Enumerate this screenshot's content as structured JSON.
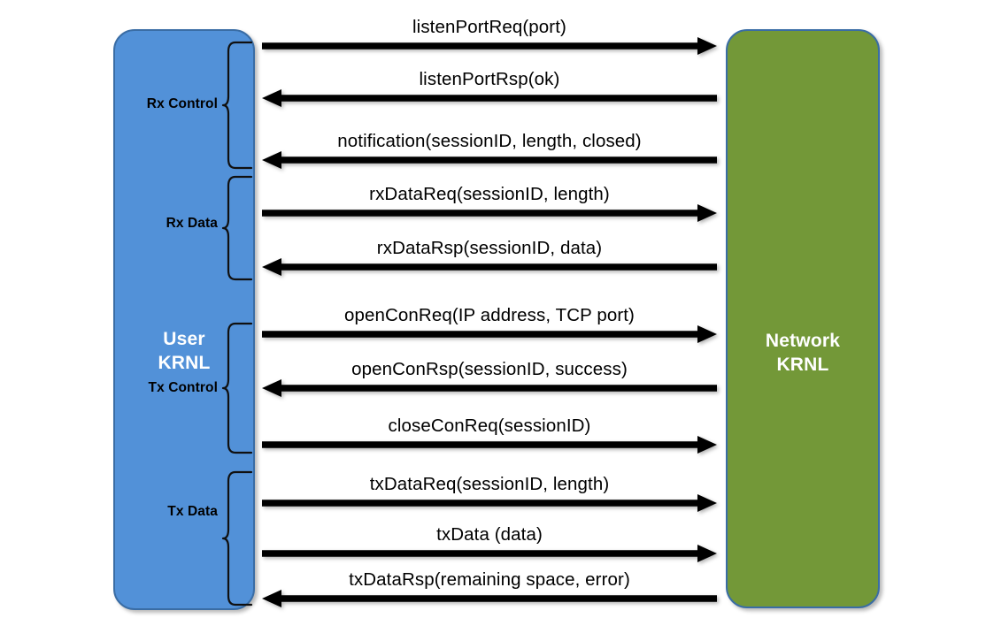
{
  "diagram": {
    "type": "sequence-diagram",
    "title": "User KRNL / Network KRNL message sequence",
    "colors": {
      "user_box": "#5291D8",
      "network_box": "#739838",
      "box_border": "#3A6DA5",
      "arrow": "#000000",
      "background": "#FFFFFF"
    }
  },
  "lifelines": {
    "left": {
      "name": "user-krnl",
      "label": "User\nKRNL"
    },
    "right": {
      "name": "network-krnl",
      "label": "Network\nKRNL"
    }
  },
  "groups": [
    {
      "label": "Rx Control",
      "messages": [
        0,
        1,
        2
      ]
    },
    {
      "label": "Rx Data",
      "messages": [
        3,
        4
      ]
    },
    {
      "label": "Tx Control",
      "messages": [
        5,
        6,
        7
      ]
    },
    {
      "label": "Tx Data",
      "messages": [
        8,
        9,
        10
      ]
    }
  ],
  "messages": [
    {
      "label": "listenPortReq(port)",
      "direction": "right"
    },
    {
      "label": "listenPortRsp(ok)",
      "direction": "left"
    },
    {
      "label": "notification(sessionID, length, closed)",
      "direction": "left"
    },
    {
      "label": "rxDataReq(sessionID, length)",
      "direction": "right"
    },
    {
      "label": "rxDataRsp(sessionID, data)",
      "direction": "left"
    },
    {
      "label": "openConReq(IP address, TCP port)",
      "direction": "right"
    },
    {
      "label": "openConRsp(sessionID, success)",
      "direction": "left"
    },
    {
      "label": "closeConReq(sessionID)",
      "direction": "right"
    },
    {
      "label": "txDataReq(sessionID, length)",
      "direction": "right"
    },
    {
      "label": "txData (data)",
      "direction": "right"
    },
    {
      "label": "txDataRsp(remaining space, error)",
      "direction": "left"
    }
  ]
}
